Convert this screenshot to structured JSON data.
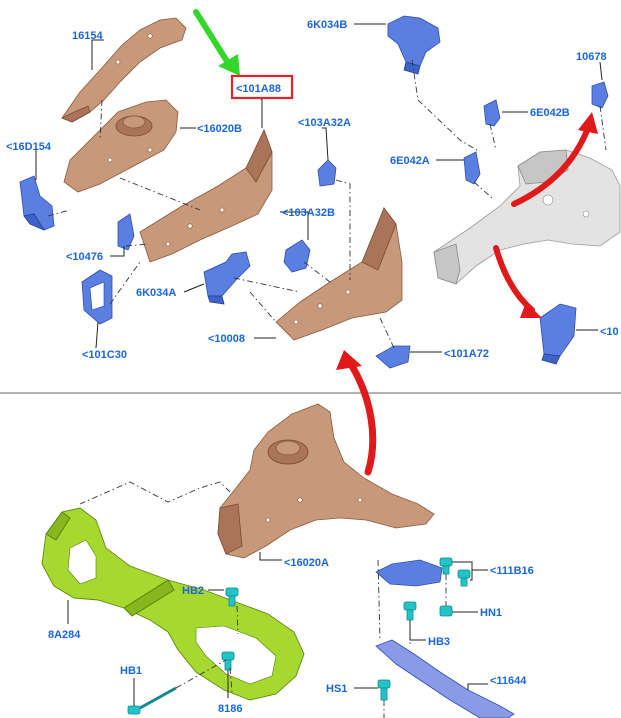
{
  "labels": {
    "l16154": "16154",
    "l101A88": "<101A88",
    "l6K034B": "6K034B",
    "l10678": "10678",
    "l16D154": "<16D154",
    "l16020B": "<16020B",
    "l103A32A": "<103A32A",
    "l6E042B": "6E042B",
    "l6E042A": "6E042A",
    "l103A32B": "<103A32B",
    "l10476": "<10476",
    "l6K034A": "6K034A",
    "l101C30": "<101C30",
    "l10008": "<10008",
    "l101A72": "<101A72",
    "l10_cut": "<10",
    "l16020A": "<16020A",
    "lHB2": "HB2",
    "l111B16": "<111B16",
    "l8A284": "8A284",
    "lHN1": "HN1",
    "lHB3": "HB3",
    "lHB1": "HB1",
    "l8186": "8186",
    "lHS1": "HS1",
    "l11644": "<11644"
  },
  "colors": {
    "label_blue": "#1a66d8",
    "highlight_box": "#e8202a",
    "green_arrow": "#35d62b",
    "red_arrow": "#e01a1a"
  }
}
